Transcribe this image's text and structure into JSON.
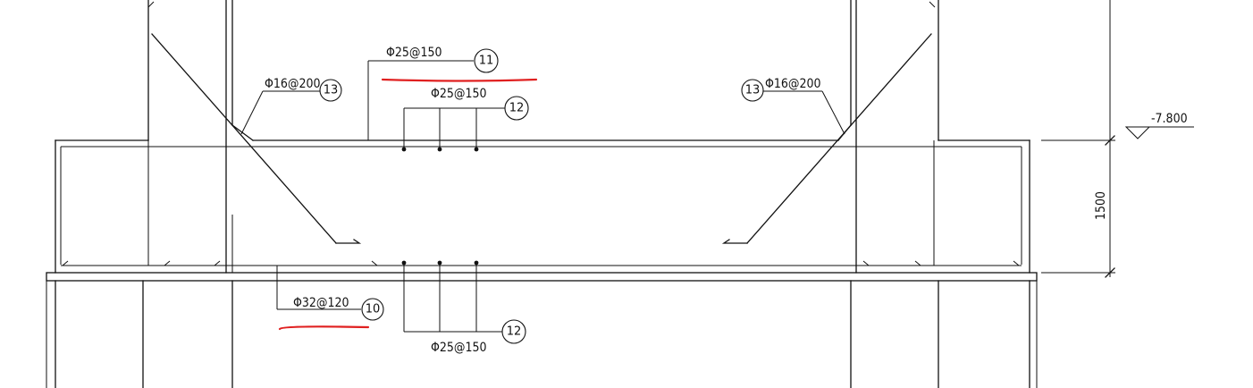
{
  "labels": {
    "top_rebar": "Φ25@150",
    "mid_rebar": "Φ25@150",
    "left_haunch": "Φ16@200",
    "right_haunch": "Φ16@200",
    "bottom_left": "Φ32@120",
    "bottom_mid": "Φ25@150"
  },
  "markers": {
    "m11": "11",
    "m12_top": "12",
    "m13_left": "13",
    "m13_right": "13",
    "m10": "10",
    "m12_bottom": "12"
  },
  "elevation": "-7.800",
  "dimension": "1500",
  "colors": {
    "line": "#111111",
    "highlight": "#e02020"
  }
}
